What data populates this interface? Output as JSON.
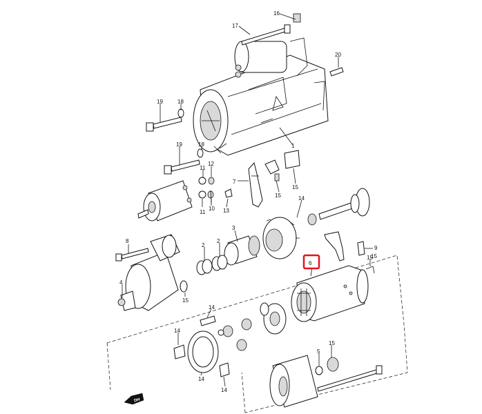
{
  "callouts": [
    {
      "key": "n16",
      "text": "16"
    },
    {
      "key": "n17",
      "text": "17"
    },
    {
      "key": "n20",
      "text": "20"
    },
    {
      "key": "n19a",
      "text": "19"
    },
    {
      "key": "n18a",
      "text": "18"
    },
    {
      "key": "n19b",
      "text": "19"
    },
    {
      "key": "n18b",
      "text": "18"
    },
    {
      "key": "n1",
      "text": "1"
    },
    {
      "key": "n11a",
      "text": "11"
    },
    {
      "key": "n12",
      "text": "12"
    },
    {
      "key": "n11b",
      "text": "11"
    },
    {
      "key": "n10",
      "text": "10"
    },
    {
      "key": "n7",
      "text": "7"
    },
    {
      "key": "n13",
      "text": "13"
    },
    {
      "key": "n15a",
      "text": "15"
    },
    {
      "key": "n15b",
      "text": "15"
    },
    {
      "key": "n14a",
      "text": "14"
    },
    {
      "key": "n8",
      "text": "8"
    },
    {
      "key": "n2a",
      "text": "2"
    },
    {
      "key": "n2b",
      "text": "2"
    },
    {
      "key": "n3",
      "text": "3"
    },
    {
      "key": "n9",
      "text": "9"
    },
    {
      "key": "n15c",
      "text": "15"
    },
    {
      "key": "n4",
      "text": "4"
    },
    {
      "key": "n15d",
      "text": "15"
    },
    {
      "key": "n14b",
      "text": "14"
    },
    {
      "key": "n14c",
      "text": "14"
    },
    {
      "key": "n14d",
      "text": "14"
    },
    {
      "key": "n14e",
      "text": "14"
    },
    {
      "key": "n5",
      "text": "5"
    },
    {
      "key": "n15e",
      "text": "15"
    },
    {
      "key": "n15f",
      "text": "15"
    }
  ],
  "highlight": {
    "text": "6",
    "color": "#e0141e"
  },
  "direction_marker": {
    "text": "DH"
  }
}
